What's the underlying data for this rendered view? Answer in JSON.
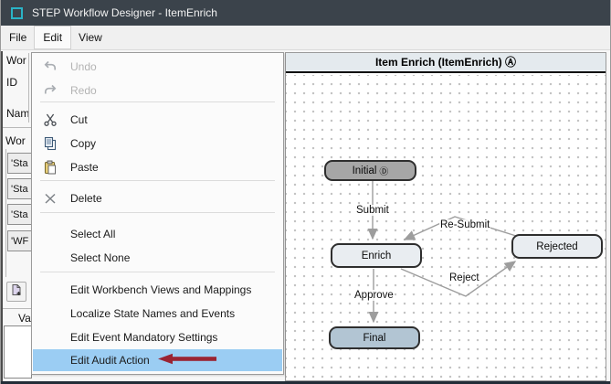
{
  "window": {
    "title": "STEP Workflow Designer - ItemEnrich"
  },
  "menubar": {
    "items": [
      "File",
      "Edit",
      "View"
    ],
    "active_item": "Edit"
  },
  "edit_menu": {
    "items": [
      "Undo",
      "Redo",
      "Cut",
      "Copy",
      "Paste",
      "Delete",
      "Select All",
      "Select None",
      "Edit Workbench Views and Mappings",
      "Localize State Names and Events",
      "Edit Event Mandatory Settings",
      "Edit Audit Action"
    ],
    "disabled_items": [
      "Undo",
      "Redo"
    ],
    "highlighted_item": "Edit Audit Action",
    "annotation": {
      "type": "arrow-pointing-left",
      "color": "#9a2433",
      "target": "Edit Audit Action"
    }
  },
  "left_panel": {
    "field_labels": [
      "Wor",
      "ID",
      "Nam"
    ],
    "section_label": "Wor",
    "list_items": [
      "'Sta",
      "'Sta",
      "'Sta",
      "'WF"
    ],
    "bottom_label": "Va"
  },
  "diagram": {
    "panel_title": "Item Enrich (ItemEnrich)",
    "panel_badge": "Ⓐ",
    "states": [
      {
        "name": "Initial",
        "badge": "Ⓓ",
        "type": "initial"
      },
      {
        "name": "Enrich",
        "badge": "",
        "type": "normal"
      },
      {
        "name": "Rejected",
        "badge": "",
        "type": "normal"
      },
      {
        "name": "Final",
        "badge": "",
        "type": "final"
      }
    ],
    "transitions": [
      {
        "label": "Submit",
        "from": "Initial",
        "to": "Enrich"
      },
      {
        "label": "Re-Submit",
        "from": "Rejected",
        "to": "Enrich"
      },
      {
        "label": "Reject",
        "from": "Enrich",
        "to": "Rejected"
      },
      {
        "label": "Approve",
        "from": "Enrich",
        "to": "Final"
      }
    ]
  },
  "colors": {
    "titlebar_bg": "#3b434b",
    "logo_teal": "#2ab3c6",
    "menu_highlight": "#9bcdf3",
    "annotation_red": "#9a2433",
    "state_initial_fill": "#a6a6a6",
    "state_normal_fill": "#e9edf1",
    "state_final_fill": "#b2c5d3",
    "edge_gray": "#9d9d9d"
  }
}
